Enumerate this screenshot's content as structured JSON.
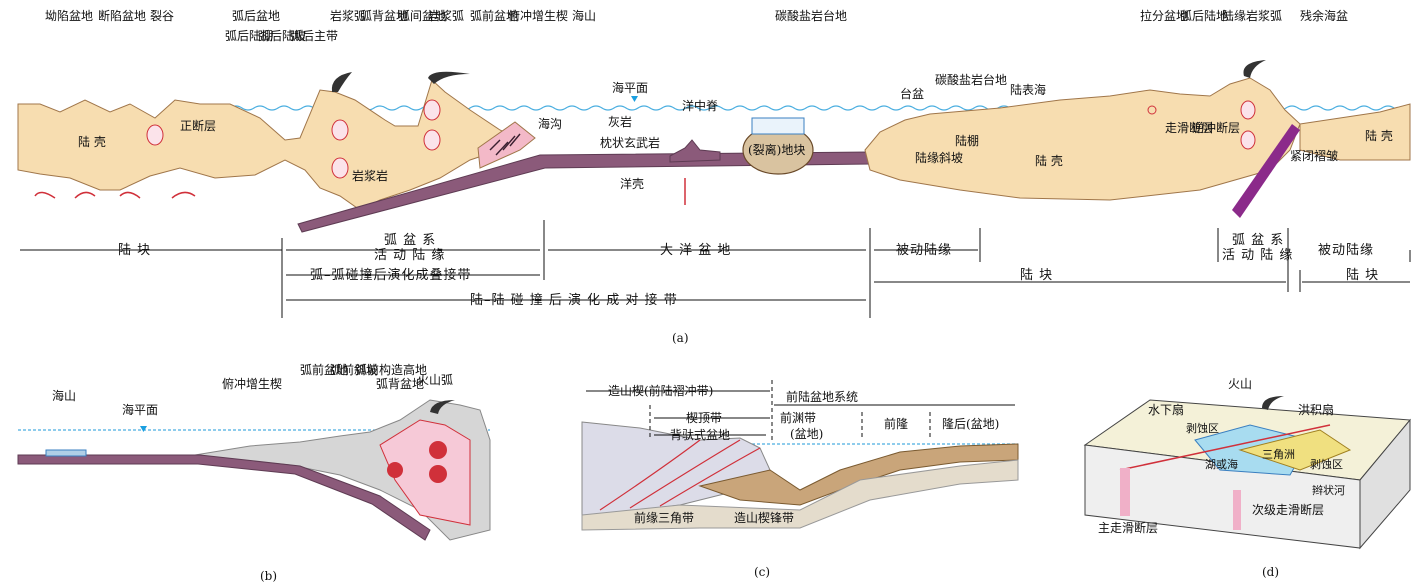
{
  "panel_a": {
    "caption": "(a)",
    "top_labels": {
      "sag_basin": "坳陷盆地",
      "fault_basin": "断陷盆地",
      "rift": "裂谷",
      "back_arc_basin_hdr": "弧后盆地",
      "back_arc_shelf": "弧后陆棚",
      "back_arc_slope": "弧后陆坡",
      "back_arc_main_zone": "弧后主带",
      "magma_arc_1": "岩浆弧",
      "arc_back_basin": "弧背盆地",
      "inter_arc_basin": "弧间盆地",
      "magma_arc_2": "岩浆弧",
      "fore_arc_basin": "弧前盆地",
      "accretion_wedge": "俯冲增生楔",
      "seamount": "海山",
      "carbonate_platform": "碳酸盐岩台地",
      "pull_apart_basin": "拉分盆地",
      "fore_arc_land": "弧后陆地",
      "continental_margin_magma_arc": "陆缘岩浆弧",
      "residual_sea_basin": "残余海盆"
    },
    "inner_labels": {
      "continental_crust_left": "陆 壳",
      "normal_fault": "正断层",
      "magma_rock": "岩浆岩",
      "sea_level": "海平面",
      "trench": "海沟",
      "limestone": "灰岩",
      "pillow_basalt": "枕状玄武岩",
      "mid_ocean_ridge": "洋中脊",
      "oceanic_crust": "洋壳",
      "rift_block": "(裂离)地块",
      "platform_basin": "台盆",
      "carbonate_platform_2": "碳酸盐岩台地",
      "epicontinental_sea": "陆表海",
      "continental_shelf": "陆棚",
      "continental_slope": "陆缘斜坡",
      "continental_crust_right": "陆 壳",
      "strike_slip_fault": "走滑断层",
      "thrust_fault": "逆冲断层",
      "tight_fold": "紧闭褶皱",
      "continental_crust_far": "陆 壳"
    },
    "bottom": {
      "land_block_1": "陆 块",
      "arc_basin_system": "弧 盆 系",
      "active_margin": "活 动 陆 缘",
      "ocean_basin": "大 洋 盆 地",
      "passive_margin": "被动陆缘",
      "arc_basin_system_2": "弧 盆 系",
      "active_margin_2": "活 动 陆 缘",
      "passive_margin_2": "被动陆缘",
      "arc_arc_collision": "弧–弧碰撞后演化成叠接带",
      "land_block_2": "陆 块",
      "land_block_3": "陆 块",
      "continent_collision": "陆–陆 碰 撞 后 演 化 成 对 接 带"
    }
  },
  "panel_b": {
    "caption": "(b)",
    "seamount": "海山",
    "sea_level": "海平面",
    "accretion_wedge": "俯冲增生楔",
    "fore_arc_basin": "弧前盆地",
    "fore_arc_slope": "弧前斜坡",
    "fore_arc_high": "弧前构造高地",
    "back_arc_basin": "弧背盆地",
    "volcanic_arc": "火山弧"
  },
  "panel_c": {
    "caption": "(c)",
    "orogenic_wedge": "造山楔(前陆褶冲带)",
    "foreland_system": "前陆盆地系统",
    "wedge_top": "楔顶带",
    "foredeep": "前渊带",
    "foredeep_sub": "(盆地)",
    "piggyback": "背驮式盆地",
    "forebulge": "前隆",
    "back_bulge": "隆后(盆地)",
    "front_triangle": "前缘三角带",
    "wedge_front": "造山楔锋带"
  },
  "panel_d": {
    "caption": "(d)",
    "volcano": "火山",
    "underwater_fan": "水下扇",
    "alluvial_fan": "洪积扇",
    "erosion_zone": "剥蚀区",
    "lake_sea": "湖或海",
    "delta": "三角洲",
    "erosion_zone_2": "剥蚀区",
    "braided_river": "辫状河",
    "main_fault": "主走滑断层",
    "secondary_fault": "次级走滑断层"
  },
  "colors": {
    "crust": "#f7ddb0",
    "oceanic": "#8b5a7a",
    "water": "#4aaee0",
    "magma": "#e0457a",
    "block": "#d9c3a0"
  }
}
